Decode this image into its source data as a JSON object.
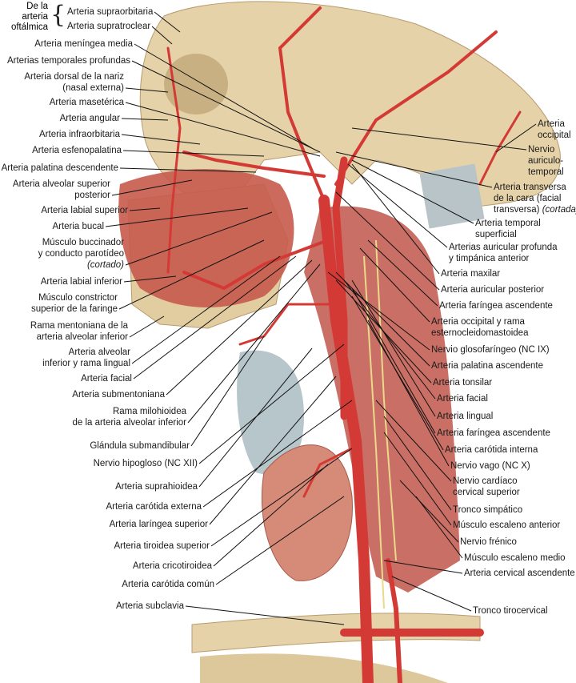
{
  "title_group": "De la\narteria\noftálmica",
  "left_labels": [
    {
      "id": "supraorbitaria",
      "text": "Arteria supraorbitaria"
    },
    {
      "id": "supratroclear",
      "text": "Arteria supratroclear"
    },
    {
      "id": "meningea-media",
      "text": "Arteria meníngea media"
    },
    {
      "id": "temporales-profundas",
      "text": "Arterias temporales profundas"
    },
    {
      "id": "dorsal-nariz",
      "text": "Arteria dorsal de la nariz\n(nasal externa)"
    },
    {
      "id": "maseterica",
      "text": "Arteria masetérica"
    },
    {
      "id": "angular",
      "text": "Arteria angular"
    },
    {
      "id": "infraorbitaria",
      "text": "Arteria infraorbitaria"
    },
    {
      "id": "esfenopalatina",
      "text": "Arteria esfenopalatina"
    },
    {
      "id": "palatina-descendente",
      "text": "Arteria palatina descendente"
    },
    {
      "id": "alveolar-superior",
      "text": "Arteria alveolar superior\nposterior"
    },
    {
      "id": "labial-superior",
      "text": "Arteria labial superior"
    },
    {
      "id": "bucal",
      "text": "Arteria bucal"
    },
    {
      "id": "buccinador",
      "text": "Músculo buccinador\ny conducto parotídeo",
      "italic": "(cortado)"
    },
    {
      "id": "labial-inferior",
      "text": "Arteria labial inferior"
    },
    {
      "id": "constrictor",
      "text": "Músculo constrictor\nsuperior de la faringe"
    },
    {
      "id": "rama-mentoniana",
      "text": "Rama mentoniana de la\narteria alveolar inferior"
    },
    {
      "id": "alveolar-inferior",
      "text": "Arteria alveolar\ninferior y rama lingual"
    },
    {
      "id": "facial-l",
      "text": "Arteria facial"
    },
    {
      "id": "submentoniana",
      "text": "Arteria submentoniana"
    },
    {
      "id": "milohioidea",
      "text": "Rama milohioidea\nde la arteria alveolar inferior"
    },
    {
      "id": "submandibular",
      "text": "Glándula submandibular"
    },
    {
      "id": "hipogloso",
      "text": "Nervio hipogloso (NC XII)"
    },
    {
      "id": "suprahioidea",
      "text": "Arteria suprahioidea"
    },
    {
      "id": "carotida-externa",
      "text": "Arteria carótida externa"
    },
    {
      "id": "laringea-superior",
      "text": "Arteria laríngea superior"
    },
    {
      "id": "tiroidea-superior",
      "text": "Arteria tiroidea superior"
    },
    {
      "id": "cricotiroidea",
      "text": "Arteria cricotiroidea"
    },
    {
      "id": "carotida-comun",
      "text": "Arteria carótida común"
    },
    {
      "id": "subclavia",
      "text": "Arteria subclavia"
    }
  ],
  "right_labels": [
    {
      "id": "occipital",
      "text": "Arteria\noccipital"
    },
    {
      "id": "auriculotemporal",
      "text": "Nervio\nauriculo-\ntemporal"
    },
    {
      "id": "transversa-cara",
      "text": "Arteria transversa\nde la cara (facial\ntransversa) ",
      "italic": "(cortada)"
    },
    {
      "id": "temporal-superficial",
      "text": "Arteria temporal\nsuperficial"
    },
    {
      "id": "auricular-profunda",
      "text": "Arterias auricular profunda\ny timpánica anterior"
    },
    {
      "id": "maxilar",
      "text": "Arteria maxilar"
    },
    {
      "id": "auricular-posterior",
      "text": "Arteria auricular posterior"
    },
    {
      "id": "faringea-ascendente-1",
      "text": "Arteria faríngea ascendente"
    },
    {
      "id": "occipital-rama",
      "text": "Arteria occipital y rama\nesternocleidomastoidea"
    },
    {
      "id": "glosofaringeo",
      "text": "Nervio glosofaríngeo (NC IX)"
    },
    {
      "id": "palatina-ascendente",
      "text": "Arteria palatina ascendente"
    },
    {
      "id": "tonsilar",
      "text": "Arteria tonsilar"
    },
    {
      "id": "facial-r",
      "text": "Arteria facial"
    },
    {
      "id": "lingual",
      "text": "Arteria lingual"
    },
    {
      "id": "faringea-ascendente-2",
      "text": "Arteria faríngea ascendente"
    },
    {
      "id": "carotida-interna",
      "text": "Arteria carótida interna"
    },
    {
      "id": "vago",
      "text": "Nervio vago (NC X)"
    },
    {
      "id": "cardiaco",
      "text": "Nervio cardíaco\ncervical superior"
    },
    {
      "id": "simpatico",
      "text": "Tronco simpático"
    },
    {
      "id": "escaleno-anterior",
      "text": "Músculo escaleno anterior"
    },
    {
      "id": "frenico",
      "text": "Nervio frénico"
    },
    {
      "id": "escaleno-medio",
      "text": "Músculo escaleno medio"
    },
    {
      "id": "cervical-ascendente",
      "text": "Arteria cervical ascendente"
    },
    {
      "id": "tirocervical",
      "text": "Tronco tirocervical"
    }
  ],
  "colors": {
    "bone": "#e8d6b0",
    "muscle": "#c8584a",
    "artery": "#d43a35",
    "nerve": "#e9d98a",
    "gland": "#d98a78",
    "cartilage": "#bcc8cc"
  }
}
